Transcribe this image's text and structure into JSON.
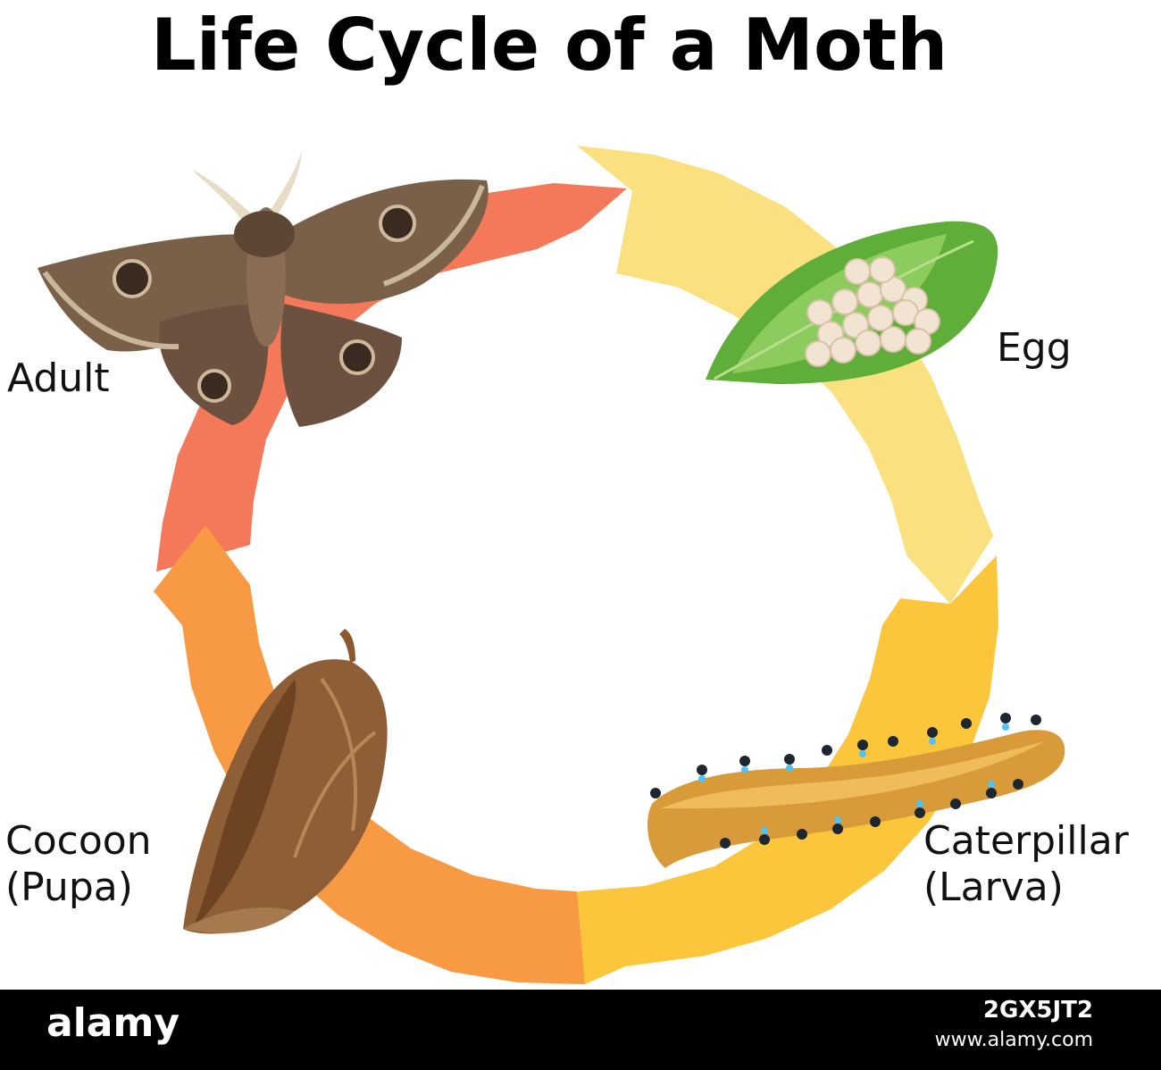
{
  "title": "Life Cycle of a Moth",
  "stages": {
    "adult": {
      "line1": "Adult"
    },
    "egg": {
      "line1": "Egg"
    },
    "caterpillar": {
      "line1": "Caterpillar",
      "line2": "(Larva)"
    },
    "cocoon": {
      "line1": "Cocoon",
      "line2": "(Pupa)"
    }
  },
  "colors": {
    "adult_arrow": "#F4795A",
    "egg_arrow": "#FBE07F",
    "caterpillar_arrow": "#FCC63C",
    "cocoon_arrow": "#F79A43"
  },
  "footer": {
    "logo": "alamy",
    "image_id": "2GX5JT2",
    "url": "www.alamy.com"
  },
  "watermark": "alamy"
}
